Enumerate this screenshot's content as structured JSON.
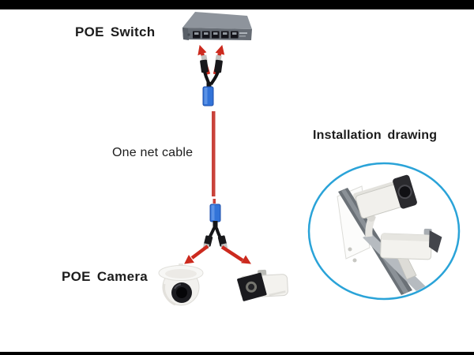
{
  "labels": {
    "poe_switch": "POE Switch",
    "one_net_cable": "One net cable",
    "installation_drawing": "Installation drawing",
    "poe_camera": "POE Camera"
  },
  "colors": {
    "arrow_red": "#cc2a1e",
    "cable_red": "#c9423a",
    "connector_blue": "#3273d8",
    "connector_blue_dark": "#1c4da8",
    "circle_border": "#2aa3d8",
    "letterbox_black": "#000000",
    "switch_top_gray": "#8e949c",
    "switch_front_gray": "#666c74",
    "label_text": "#1c1c1c"
  }
}
